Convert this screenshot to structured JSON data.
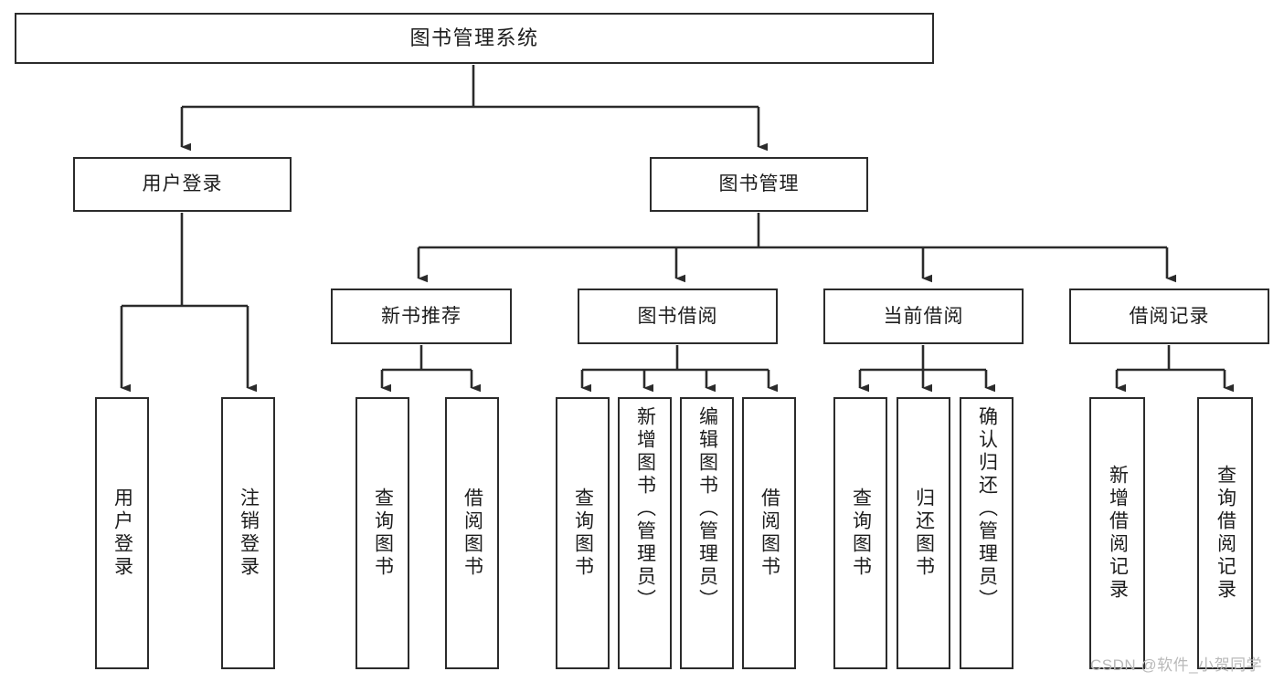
{
  "diagram": {
    "title": "图书管理系统",
    "type": "功能结构图",
    "watermark": "CSDN @软件_小贺同学",
    "colors": {
      "border": "#2b2b2b",
      "fill": "#ffffff",
      "text": "#1d1d1d",
      "connector": "#2b2b2b",
      "watermark": "#b9b9b9"
    },
    "root": {
      "label": "图书管理系统"
    },
    "level2": [
      {
        "label": "用户登录"
      },
      {
        "label": "图书管理"
      }
    ],
    "level3": [
      {
        "label": "新书推荐"
      },
      {
        "label": "图书借阅"
      },
      {
        "label": "当前借阅"
      },
      {
        "label": "借阅记录"
      }
    ],
    "leaves": {
      "user_login": [
        {
          "label": "用户登录"
        },
        {
          "label": "注销登录"
        }
      ],
      "new_book_recommend": [
        {
          "label": "查询图书"
        },
        {
          "label": "借阅图书"
        }
      ],
      "book_borrow": [
        {
          "label": "查询图书"
        },
        {
          "label": "新增图书（管理员）"
        },
        {
          "label": "编辑图书（管理员）"
        },
        {
          "label": "借阅图书"
        }
      ],
      "current_borrow": [
        {
          "label": "查询图书"
        },
        {
          "label": "归还图书"
        },
        {
          "label": "确认归还（管理员）"
        }
      ],
      "borrow_record": [
        {
          "label": "新增借阅记录"
        },
        {
          "label": "查询借阅记录"
        }
      ]
    }
  }
}
